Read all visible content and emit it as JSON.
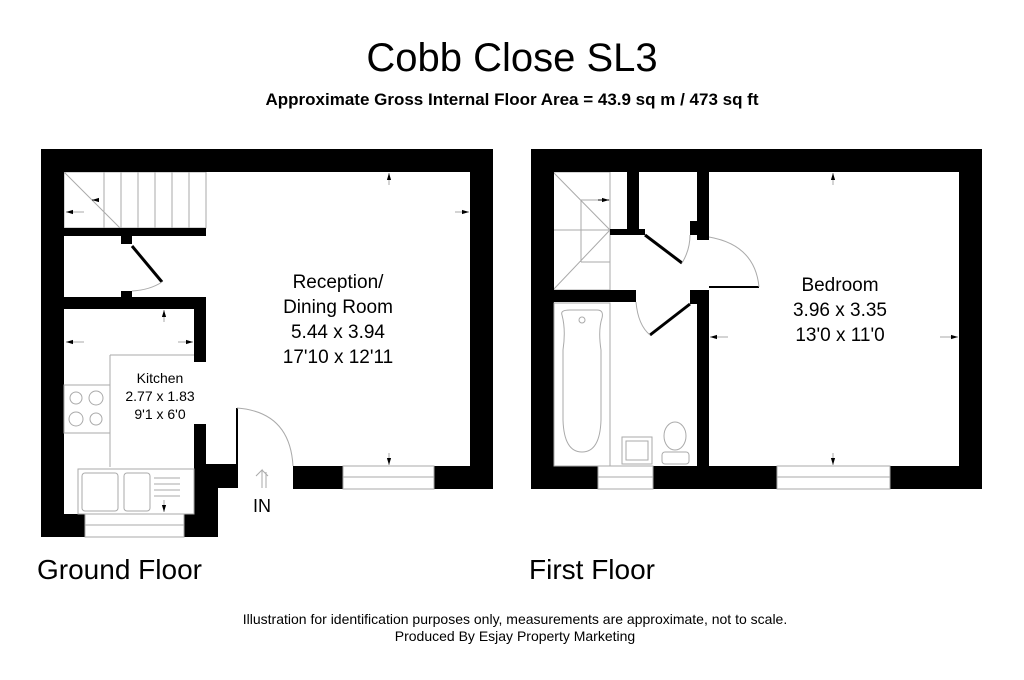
{
  "header": {
    "title": "Cobb Close SL3",
    "subtitle": "Approximate Gross Internal Floor Area = 43.9 sq m / 473 sq ft"
  },
  "ground_floor": {
    "label": "Ground Floor",
    "entrance_label": "IN",
    "rooms": [
      {
        "name_line1": "Reception/",
        "name_line2": "Dining Room",
        "metric": "5.44 x 3.94",
        "imperial": "17'10 x 12'11"
      },
      {
        "name": "Kitchen",
        "metric": "2.77 x 1.83",
        "imperial": "9'1 x 6'0"
      }
    ]
  },
  "first_floor": {
    "label": "First Floor",
    "rooms": [
      {
        "name": "Bedroom",
        "metric": "3.96 x 3.35",
        "imperial": "13'0 x 11'0"
      }
    ]
  },
  "footer": {
    "disclaimer": "Illustration for identification purposes only, measurements are approximate, not to scale.",
    "credit": "Produced By Esjay Property Marketing"
  },
  "colors": {
    "wall": "#000000",
    "fixture": "#9a9a9a",
    "background": "#ffffff"
  }
}
